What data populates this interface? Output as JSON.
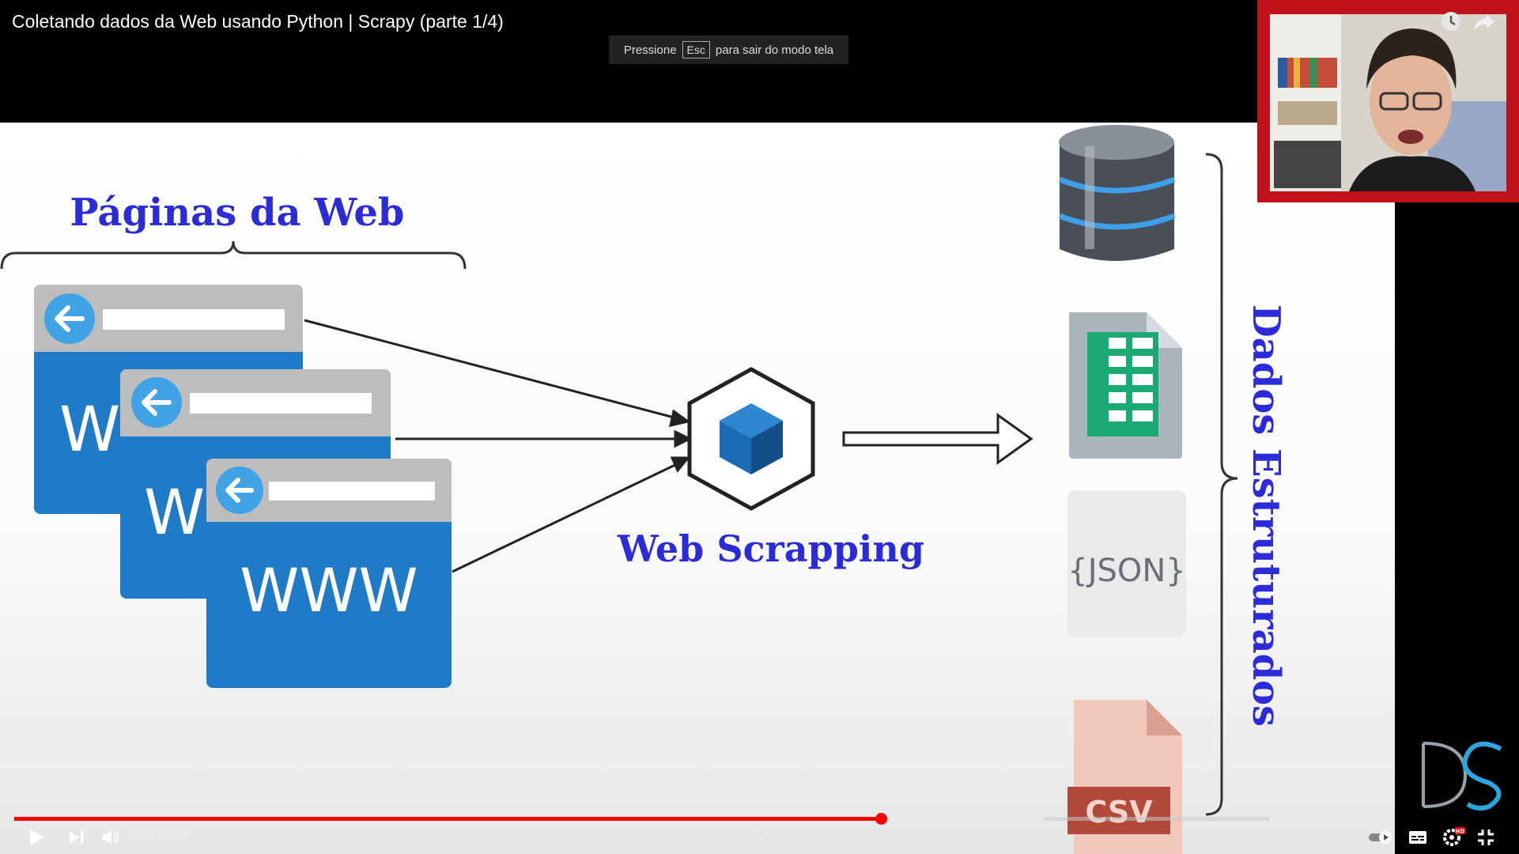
{
  "video": {
    "title": "Coletando dados da Web usando Python | Scrapy (parte 1/4)",
    "fullscreen_hint": {
      "before": "Pressione",
      "key": "Esc",
      "after": "para sair do modo tela"
    }
  },
  "slide": {
    "heading_left": "Páginas da Web",
    "browser_text": "WWW",
    "browser_text_partial": "W",
    "center_label": "Web Scrapping",
    "json_label": "{JSON}",
    "csv_label": "CSV",
    "heading_right": "Dados Estruturados",
    "logo_text": "DS"
  },
  "controls": {
    "current_time": "5:02",
    "separator": "/",
    "duration": "7:09",
    "progress_fraction": 0.69,
    "buffer_fraction": 0.82
  },
  "colors": {
    "accent_red": "#ff0000",
    "slide_heading_blue": "#2b2bd9",
    "browser_blue": "#1f7bc7",
    "browser_bar_gray": "#bdbdbd",
    "cube_blue": "#1b6db3",
    "sheet_green": "#1aa874",
    "csv_brown": "#b14a3a",
    "pip_border": "#c0121a"
  },
  "icons": [
    "play-icon",
    "next-icon",
    "volume-icon",
    "watch-later-icon",
    "share-icon",
    "autoplay-toggle-icon",
    "subtitles-icon",
    "settings-icon",
    "exit-fullscreen-icon",
    "chevron-down-icon"
  ]
}
